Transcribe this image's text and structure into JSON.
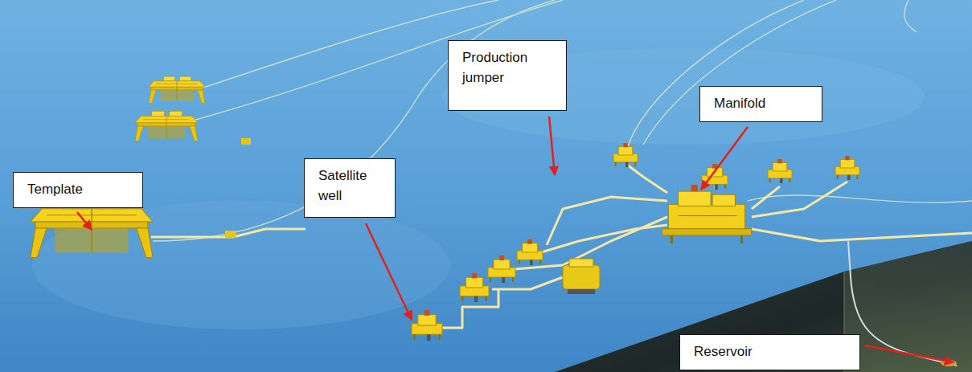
{
  "diagram": {
    "nodes": [
      {
        "text": [
          "Production jumper"
        ]
      },
      {
        "text": [
          "Manifold"
        ]
      },
      {
        "text": [
          "Satellite well"
        ]
      },
      {
        "text": [
          "Template"
        ]
      },
      {
        "text": [
          "Reservoir"
        ]
      }
    ]
  }
}
